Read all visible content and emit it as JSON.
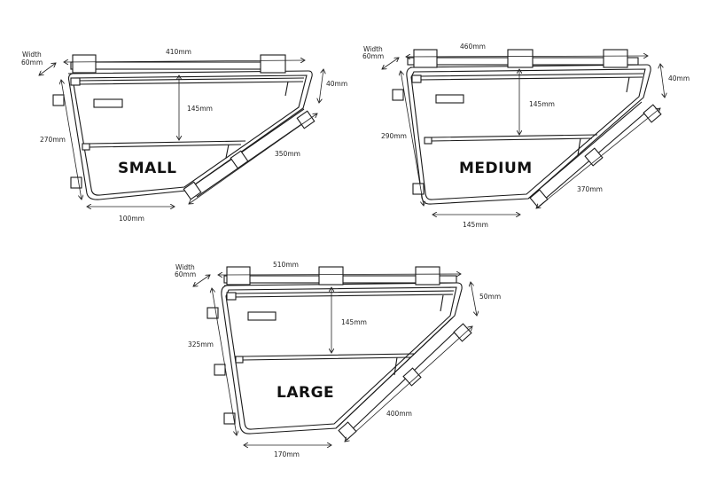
{
  "bags": [
    {
      "size": "SMALL",
      "width_label": "Width",
      "width_value": "60mm",
      "top_length": "410mm",
      "height_front": "40mm",
      "inner_height": "145mm",
      "rear_height": "270mm",
      "diagonal": "350mm",
      "bottom": "100mm"
    },
    {
      "size": "MEDIUM",
      "width_label": "Width",
      "width_value": "60mm",
      "top_length": "460mm",
      "height_front": "40mm",
      "inner_height": "145mm",
      "rear_height": "290mm",
      "diagonal": "370mm",
      "bottom": "145mm"
    },
    {
      "size": "LARGE",
      "width_label": "Width",
      "width_value": "60mm",
      "top_length": "510mm",
      "height_front": "50mm",
      "inner_height": "145mm",
      "rear_height": "325mm",
      "diagonal": "400mm",
      "bottom": "170mm"
    }
  ],
  "colors": {
    "outline": "#1a1a1a",
    "fill": "#ffffff",
    "strap": "#f2f2f2"
  }
}
